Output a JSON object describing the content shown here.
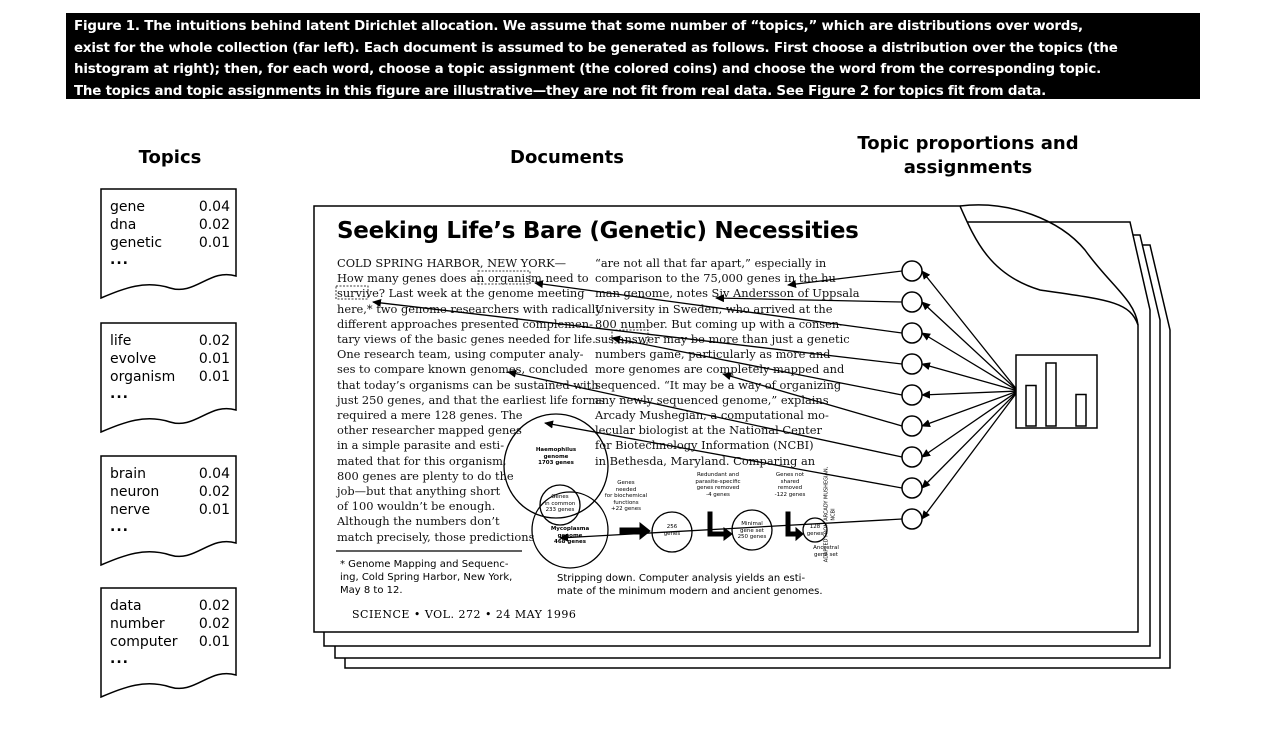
{
  "caption": {
    "lines": [
      "Figure 1. The intuitions behind latent Dirichlet allocation. We assume that some number of “topics,” which are distributions over words,",
      "exist for the whole collection (far left). Each document is assumed to be generated as follows. First choose a distribution over the topics (the",
      "histogram at right); then, for each word, choose a topic assignment (the colored coins) and choose the word from the corresponding topic.",
      "The topics and topic assignments in this figure are illustrative—they are not fit from real data. See Figure 2 for topics fit from data."
    ]
  },
  "headers": {
    "topics": "Topics",
    "documents": "Documents",
    "proportions_line1": "Topic proportions and",
    "proportions_line2": "assignments"
  },
  "topics": [
    {
      "rows": [
        {
          "word": "gene",
          "prob": "0.04"
        },
        {
          "word": "dna",
          "prob": "0.02"
        },
        {
          "word": "genetic",
          "prob": "0.01"
        }
      ],
      "more": "..."
    },
    {
      "rows": [
        {
          "word": "life",
          "prob": "0.02"
        },
        {
          "word": "evolve",
          "prob": "0.01"
        },
        {
          "word": "organism",
          "prob": "0.01"
        }
      ],
      "more": "..."
    },
    {
      "rows": [
        {
          "word": "brain",
          "prob": "0.04"
        },
        {
          "word": "neuron",
          "prob": "0.02"
        },
        {
          "word": "nerve",
          "prob": "0.01"
        }
      ],
      "more": "..."
    },
    {
      "rows": [
        {
          "word": "data",
          "prob": "0.02"
        },
        {
          "word": "number",
          "prob": "0.02"
        },
        {
          "word": "computer",
          "prob": "0.01"
        }
      ],
      "more": "..."
    }
  ],
  "article": {
    "headline": "Seeking Life’s Bare (Genetic) Necessities",
    "left_column": [
      "COLD SPRING HARBOR, NEW YORK—",
      "How many genes does an organism need to",
      "survive? Last week at the genome meeting",
      "here,* two genome researchers with radically",
      "different approaches presented complemen-",
      "tary views of the basic genes needed for life.",
      "One research team, using computer analy-",
      "ses to compare known genomes, concluded",
      "that today’s organisms can be sustained with",
      "just 250 genes, and that the earliest life forms",
      "required a mere 128 genes. The",
      "other researcher mapped genes",
      "in a simple parasite and esti-",
      "mated that for this organism,",
      "800 genes are plenty to do the",
      "job—but that anything short",
      "of 100 wouldn’t be enough.",
      "   Although the numbers don’t",
      "match precisely, those predictions"
    ],
    "right_column": [
      "“are not all that far apart,” especially in",
      "comparison to the 75,000 genes in the hu-",
      "man genome, notes Siv Andersson of Uppsala",
      "University in Sweden, who arrived at the",
      "800 number. But coming up with a consen-",
      "sus answer may be more than just a genetic",
      "numbers game, particularly as more and",
      "more genomes are completely mapped and",
      "sequenced. “It may be a way of organizing",
      "any newly sequenced genome,” explains",
      "   Arcady Mushegian, a computational mo-",
      "   lecular biologist at the National Center",
      "   for Biotechnology Information (NCBI)",
      "   in Bethesda, Maryland. Comparing an"
    ],
    "footnote": [
      "* Genome Mapping and Sequenc-",
      "ing, Cold Spring Harbor, New York,",
      "May 8 to 12."
    ],
    "figure_caption": [
      "Stripping down. Computer analysis yields an esti-",
      "mate of the minimum modern and ancient genomes."
    ],
    "footer": "SCIENCE • VOL. 272 • 24 MAY 1996",
    "figure_labels": {
      "haemophilus": [
        "Haemophilus",
        "genome",
        "1703 genes"
      ],
      "in_common": [
        "Genes",
        "in common",
        "233 genes"
      ],
      "mycoplasma": [
        "Mycoplasma",
        "genome",
        "468 genes"
      ],
      "genes_needed": [
        "Genes",
        "needed",
        "for biochemical",
        "functions",
        "+22 genes"
      ],
      "redundant": [
        "Redundant and",
        "parasite-specific",
        "genes removed",
        "-4 genes"
      ],
      "g256": [
        "256",
        "genes"
      ],
      "minimal": [
        "Minimal",
        "gene set",
        "250 genes"
      ],
      "ancient": [
        "Genes not",
        "shared",
        "removed",
        "-122 genes"
      ],
      "g128": [
        "128",
        "genes"
      ],
      "ancestral": [
        "Ancestral",
        "gene set"
      ],
      "credit": "ADAPTED FROM ARCADY MUSHEGIAN, NCBI"
    }
  },
  "histogram": {
    "values": [
      0.45,
      0.7,
      0.35
    ]
  },
  "coins": {
    "count": 9
  }
}
